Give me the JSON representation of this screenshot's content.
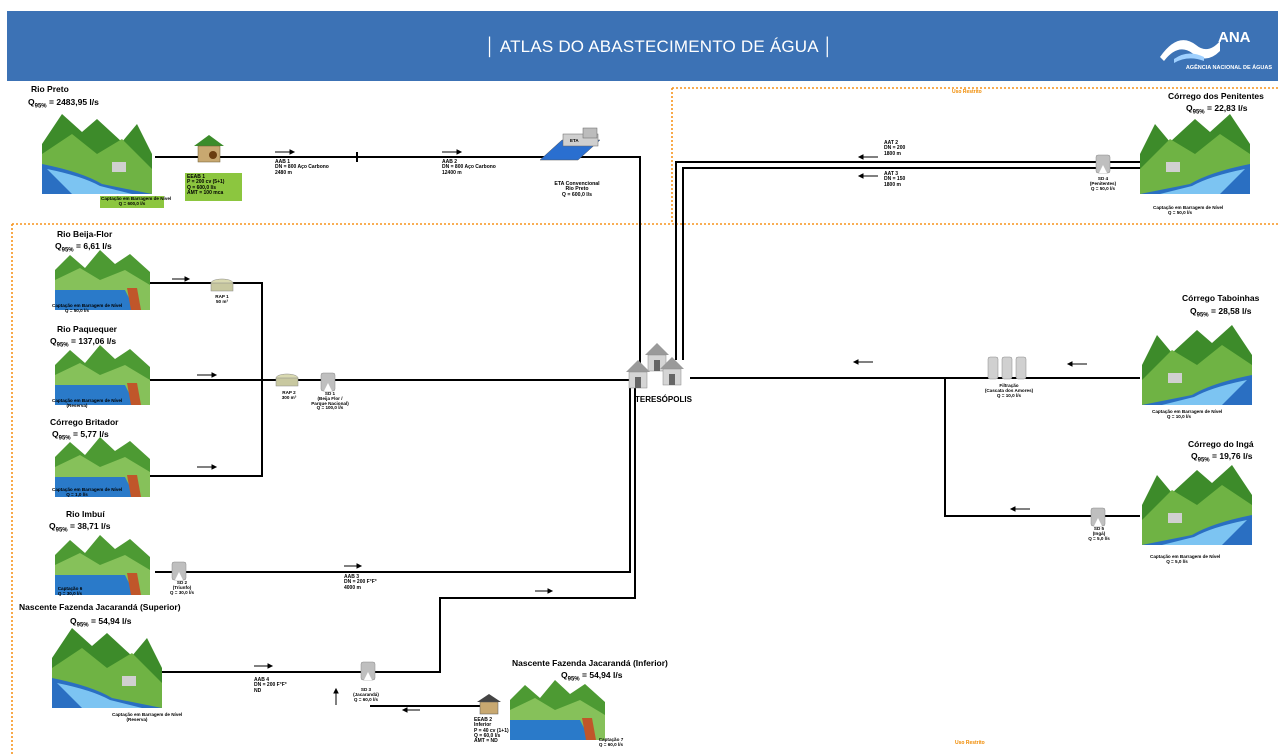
{
  "header": {
    "title": "ATLAS DO ABASTECIMENTO DE ÁGUA",
    "logo_text": "ANA",
    "logo_subtitle": "AGÊNCIA NACIONAL DE ÁGUAS",
    "bg_color": "#3c72b5"
  },
  "restricted_label_top": "Uso Restrito",
  "restricted_label_bottom": "Uso Restrito",
  "city": "TERESÓPOLIS",
  "sources": {
    "rio_preto": {
      "name": "Rio Preto",
      "q95_prefix": "Q",
      "q95_sub": "95%",
      "q95_value": "= 2483,95 l/s",
      "captacao": "Captação em Barragem de Nível",
      "captacao_q": "Q = 600,0 l/s"
    },
    "penitentes": {
      "name": "Córrego dos Penitentes",
      "q95_prefix": "Q",
      "q95_sub": "95%",
      "q95_value": "= 22,83 l/s",
      "captacao": "Captação em Barragem de Nível",
      "captacao_q": "Q = 50,0 l/s"
    },
    "beija_flor": {
      "name": "Rio Beija-Flor",
      "q95_prefix": "Q",
      "q95_sub": "95%",
      "q95_value": "= 6,61 l/s",
      "captacao": "Captação em Barragem de Nível",
      "captacao_q": "Q = 50,0 l/s"
    },
    "paquequer": {
      "name": "Rio Paquequer",
      "q95_prefix": "Q",
      "q95_sub": "95%",
      "q95_value": "= 137,06 l/s",
      "captacao": "Captação em Barragem de Nível",
      "captacao_q": "(Reserva)"
    },
    "britador": {
      "name": "Córrego Britador",
      "q95_prefix": "Q",
      "q95_sub": "95%",
      "q95_value": "= 5,77 l/s",
      "captacao": "Captação em Barragem de Nível",
      "captacao_q": "Q = 1,0 l/s"
    },
    "imbui": {
      "name": "Rio Imbuí",
      "q95_prefix": "Q",
      "q95_sub": "95%",
      "q95_value": "= 38,71 l/s",
      "captacao": "Captação 6",
      "captacao_q": "Q = 30,0 l/s"
    },
    "jacaranda_sup": {
      "name": "Nascente Fazenda Jacarandá (Superior)",
      "q95_prefix": "Q",
      "q95_sub": "95%",
      "q95_value": "= 54,94 l/s",
      "captacao": "Captação em Barragem de Nível",
      "captacao_q": "(Reserva)"
    },
    "jacaranda_inf": {
      "name": "Nascente Fazenda Jacarandá (Inferior)",
      "q95_prefix": "Q",
      "q95_sub": "95%",
      "q95_value": "= 54,94 l/s",
      "captacao": "Captação 7",
      "captacao_q": "Q = 60,0 l/s"
    },
    "taboinhas": {
      "name": "Córrego Taboinhas",
      "q95_prefix": "Q",
      "q95_sub": "95%",
      "q95_value": "= 28,58 l/s",
      "captacao": "Captação em Barragem de Nível",
      "captacao_q": "Q = 10,0 l/s"
    },
    "inga": {
      "name": "Córrego do Ingá",
      "q95_prefix": "Q",
      "q95_sub": "95%",
      "q95_value": "= 19,76 l/s",
      "captacao": "Captação em Barragem de Nível",
      "captacao_q": "Q = 5,0 l/s"
    }
  },
  "structures": {
    "eeab1": {
      "l1": "EEAB 1",
      "l2": "P = 200 cv (5+1)",
      "l3": "Q = 600,0 l/s",
      "l4": "AMT = 100 mca",
      "color": "#8cc63f"
    },
    "eta": {
      "icon_label": "ETA",
      "l1": "ETA Convencional",
      "l2": "Rio Preto",
      "l3": "Q = 600,0 l/s"
    },
    "rap1": {
      "l1": "RAP 1",
      "l2": "50 m³"
    },
    "rap2": {
      "l1": "RAP 2",
      "l2": "300 m³"
    },
    "sd1": {
      "l1": "SD 1",
      "l2": "(Beija Flor /",
      "l3": "Parque Nacional)",
      "l4": "Q = 100,0 l/s"
    },
    "sd2": {
      "l1": "SD 2",
      "l2": "(Triunfo)",
      "l3": "Q = 30,0 l/s"
    },
    "sd3": {
      "l1": "SD 3",
      "l2": "(Jacarandá)",
      "l3": "Q = 60,0 l/s"
    },
    "sd4": {
      "l1": "SD 4",
      "l2": "(Penitentes)",
      "l3": "Q = 50,0 l/s"
    },
    "sd5": {
      "l1": "SD 5",
      "l2": "(Ingá)",
      "l3": "Q = 5,0 l/s"
    },
    "filtracao": {
      "l1": "Filtração",
      "l2": "(Cascata dos Amores)",
      "l3": "Q = 10,0 l/s"
    },
    "eeab2": {
      "l1": "EEAB 2",
      "l2": "Inferior",
      "l3": "P = 40 cv (1+1)",
      "l4": "Q = 60,0 l/s",
      "l5": "AMT = ND"
    }
  },
  "pipes": {
    "aab1": {
      "l1": "AAB 1",
      "l2": "DN = 800 Aço Carbono",
      "l3": "2480 m"
    },
    "aab2": {
      "l1": "AAB 2",
      "l2": "DN = 800 Aço Carbono",
      "l3": "12400 m"
    },
    "aat2": {
      "l1": "AAT 2",
      "l2": "DN = 200",
      "l3": "1800 m"
    },
    "aat3": {
      "l1": "AAT 3",
      "l2": "DN = 150",
      "l3": "1800 m"
    },
    "aab3": {
      "l1": "AAB 3",
      "l2": "DN = 200 F°F°",
      "l3": "4000 m"
    },
    "aab4": {
      "l1": "AAB 4",
      "l2": "DN = 200 F°F°",
      "l3": "ND"
    }
  }
}
